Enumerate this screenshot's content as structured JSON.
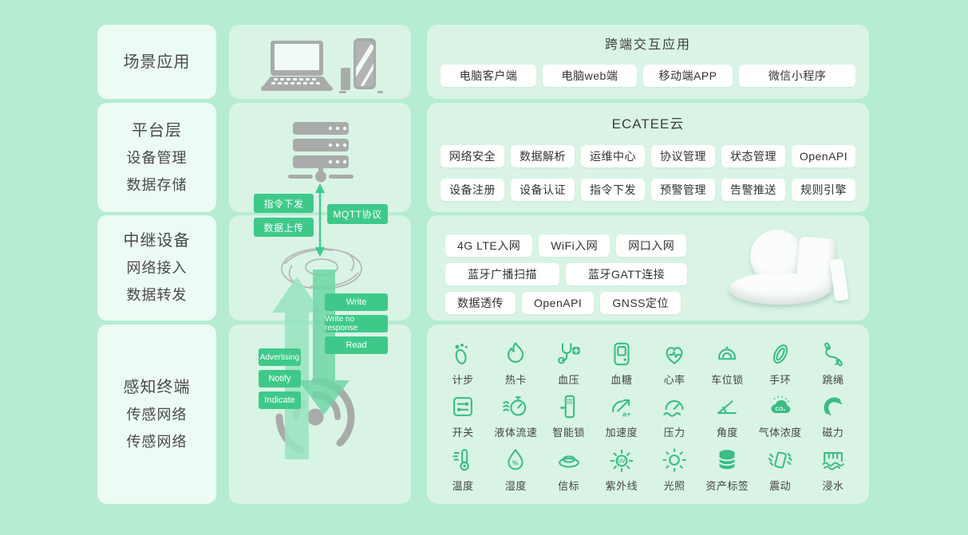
{
  "left_column": {
    "boxes": [
      {
        "lines": [
          "场景应用"
        ]
      },
      {
        "lines": [
          "平台层",
          "设备管理",
          "数据存储"
        ]
      },
      {
        "lines": [
          "中继设备",
          "网络接入",
          "数据转发"
        ]
      },
      {
        "lines": [
          "感知终端",
          "传感网络",
          "传感网络"
        ]
      }
    ]
  },
  "flow": {
    "command_down": "指令下发",
    "data_upload": "数据上传",
    "mqtt": "MQTT协议",
    "write": "Write",
    "write_no_response": "Write no response",
    "read": "Read",
    "advertising": "Advertising",
    "notify": "Notify",
    "indicate": "Indicate"
  },
  "apps_panel": {
    "title": "跨端交互应用",
    "buttons": [
      "电脑客户端",
      "电脑web端",
      "移动端APP",
      "微信小程序"
    ]
  },
  "cloud_panel": {
    "title": "ECATEE云",
    "row1": [
      "网络安全",
      "数据解析",
      "运维中心",
      "协议管理",
      "状态管理",
      "OpenAPI"
    ],
    "row2": [
      "设备注册",
      "设备认证",
      "指令下发",
      "预警管理",
      "告警推送",
      "规则引擎"
    ]
  },
  "access_panel": {
    "row1": [
      "4G LTE入网",
      "WiFi入网",
      "网口入网"
    ],
    "row2": [
      "蓝牙广播扫描",
      "蓝牙GATT连接"
    ],
    "row3": [
      "数据透传",
      "OpenAPI",
      "GNSS定位"
    ]
  },
  "sensors_panel": {
    "items": [
      {
        "icon": "steps-icon",
        "label": "计步"
      },
      {
        "icon": "calorie-flame-icon",
        "label": "热卡"
      },
      {
        "icon": "blood-pressure-icon",
        "label": "血压"
      },
      {
        "icon": "blood-glucose-icon",
        "label": "血糖"
      },
      {
        "icon": "heart-rate-icon",
        "label": "心率"
      },
      {
        "icon": "parking-lock-icon",
        "label": "车位锁"
      },
      {
        "icon": "wristband-icon",
        "label": "手环"
      },
      {
        "icon": "jump-rope-icon",
        "label": "跳绳"
      },
      {
        "icon": "switch-icon",
        "label": "开关"
      },
      {
        "icon": "liquid-flow-icon",
        "label": "液体流速"
      },
      {
        "icon": "smart-lock-icon",
        "label": "智能锁"
      },
      {
        "icon": "acceleration-icon",
        "label": "加速度"
      },
      {
        "icon": "pressure-icon",
        "label": "压力"
      },
      {
        "icon": "angle-icon",
        "label": "角度"
      },
      {
        "icon": "gas-concentration-icon",
        "label": "气体浓度"
      },
      {
        "icon": "magnetism-icon",
        "label": "磁力"
      },
      {
        "icon": "temperature-icon",
        "label": "温度"
      },
      {
        "icon": "humidity-icon",
        "label": "湿度"
      },
      {
        "icon": "beacon-icon",
        "label": "信标"
      },
      {
        "icon": "uv-icon",
        "label": "紫外线"
      },
      {
        "icon": "illuminance-icon",
        "label": "光照"
      },
      {
        "icon": "asset-tag-icon",
        "label": "资产标签"
      },
      {
        "icon": "vibration-icon",
        "label": "震动"
      },
      {
        "icon": "water-immersion-icon",
        "label": "浸水"
      }
    ]
  },
  "colors": {
    "background": "#b6ecd2",
    "panel_green": "#d9f4e5",
    "left_box_green": "#ecfbf3",
    "accent_green": "#3ec98b",
    "icon_green": "#3bbd84",
    "icon_gray": "#a9abaa",
    "text_dark": "#4a4a4a",
    "chip_white": "#ffffff"
  }
}
